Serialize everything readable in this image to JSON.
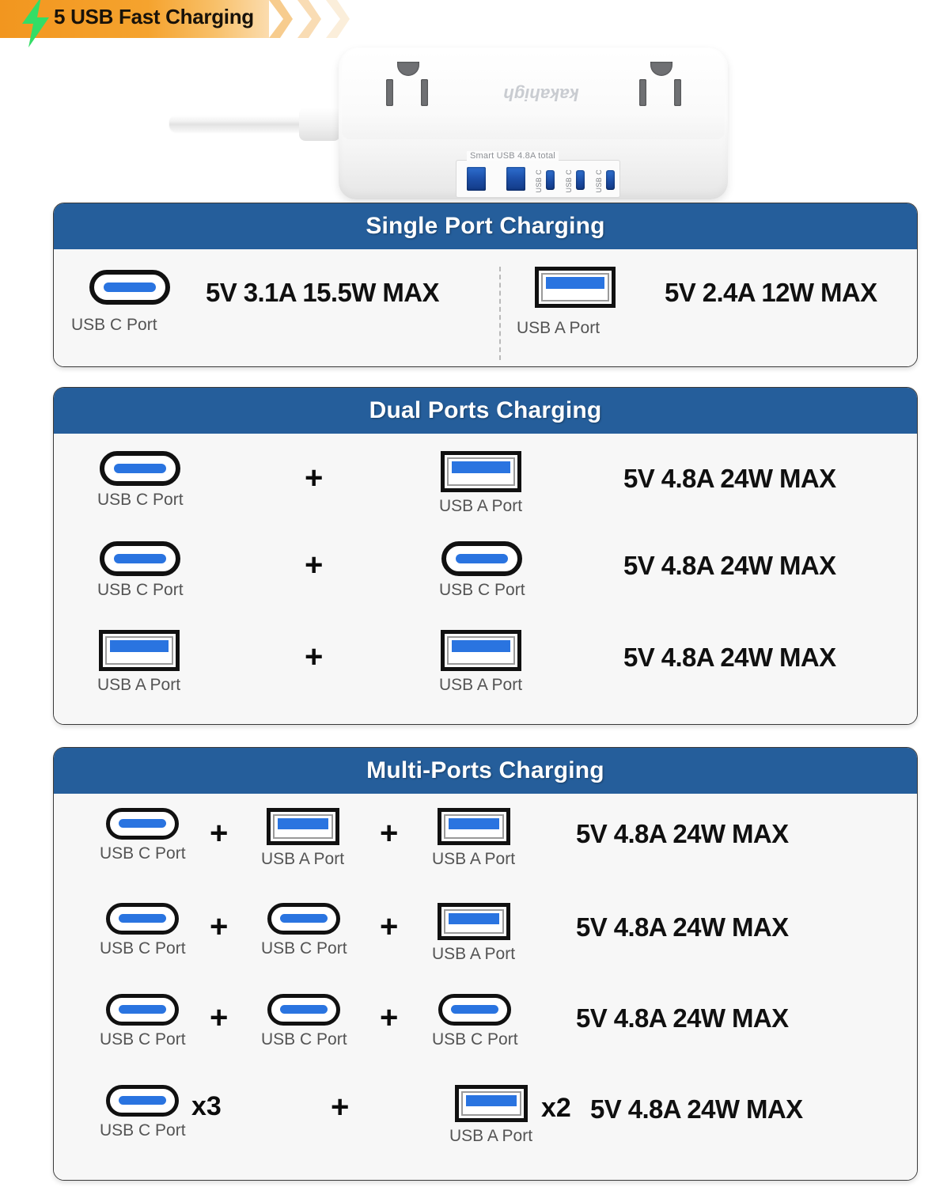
{
  "banner": {
    "text": "5 USB Fast Charging",
    "icon": "lightning-bolt-icon",
    "bg_color_start": "#f2961f",
    "bg_color_end": "#fbdcae",
    "bolt_color": "#33dd66"
  },
  "device": {
    "brand": "kakahigh",
    "usb_panel_label": "Smart USB 4.8A total",
    "usb_c_label": "USB C",
    "usb_a_count": 2,
    "usb_c_count": 3,
    "outlet_count": 2
  },
  "colors": {
    "header_blue": "#255e9b",
    "card_body": "#f7f7f7",
    "port_blue": "#2a74e0",
    "caption_gray": "#545454"
  },
  "labels": {
    "usb_c": "USB C Port",
    "usb_a": "USB A Port",
    "plus": "+"
  },
  "sections": [
    {
      "title": "Single Port Charging",
      "rows": [
        {
          "ports": [
            "usb-c"
          ],
          "spec": "5V 3.1A 15.5W MAX",
          "captions": [
            "USB C Port"
          ]
        },
        {
          "ports": [
            "usb-a"
          ],
          "spec": "5V 2.4A 12W MAX",
          "captions": [
            "USB A Port"
          ]
        }
      ]
    },
    {
      "title": "Dual Ports Charging",
      "rows": [
        {
          "ports": [
            "usb-c",
            "usb-a"
          ],
          "captions": [
            "USB C Port",
            "USB A Port"
          ],
          "spec": "5V 4.8A 24W MAX"
        },
        {
          "ports": [
            "usb-c",
            "usb-c"
          ],
          "captions": [
            "USB C Port",
            "USB C Port"
          ],
          "spec": "5V 4.8A 24W MAX"
        },
        {
          "ports": [
            "usb-a",
            "usb-a"
          ],
          "captions": [
            "USB A Port",
            "USB A Port"
          ],
          "spec": "5V 4.8A 24W MAX"
        }
      ]
    },
    {
      "title": "Multi-Ports Charging",
      "rows": [
        {
          "ports": [
            "usb-c",
            "usb-a",
            "usb-a"
          ],
          "captions": [
            "USB C Port",
            "USB A Port",
            "USB A Port"
          ],
          "spec": "5V 4.8A 24W MAX"
        },
        {
          "ports": [
            "usb-c",
            "usb-c",
            "usb-a"
          ],
          "captions": [
            "USB C Port",
            "USB C Port",
            "USB A Port"
          ],
          "spec": "5V 4.8A 24W MAX"
        },
        {
          "ports": [
            "usb-c",
            "usb-c",
            "usb-c"
          ],
          "captions": [
            "USB C Port",
            "USB C Port",
            "USB C Port"
          ],
          "spec": "5V 4.8A 24W MAX"
        },
        {
          "ports": [
            "usb-c",
            "usb-a"
          ],
          "captions": [
            "USB C Port",
            "USB A Port"
          ],
          "multipliers": [
            "x3",
            "x2"
          ],
          "spec": "5V 4.8A 24W MAX"
        }
      ]
    }
  ],
  "single": {
    "title": "Single Port Charging",
    "left": {
      "caption": "USB C Port",
      "spec": "5V 3.1A 15.5W MAX"
    },
    "right": {
      "caption": "USB A Port",
      "spec": "5V 2.4A 12W MAX"
    }
  },
  "dual": {
    "title": "Dual Ports Charging",
    "rows": [
      {
        "left_caption": "USB C Port",
        "right_caption": "USB A Port",
        "spec": "5V 4.8A 24W MAX"
      },
      {
        "left_caption": "USB C Port",
        "right_caption": "USB C Port",
        "spec": "5V 4.8A 24W MAX"
      },
      {
        "left_caption": "USB A Port",
        "right_caption": "USB A Port",
        "spec": "5V 4.8A 24W MAX"
      }
    ]
  },
  "multi": {
    "title": "Multi-Ports Charging",
    "rows": [
      {
        "c1": "USB C Port",
        "c2": "USB A Port",
        "c3": "USB A Port",
        "spec": "5V 4.8A 24W MAX"
      },
      {
        "c1": "USB C Port",
        "c2": "USB C Port",
        "c3": "USB A Port",
        "spec": "5V 4.8A 24W MAX"
      },
      {
        "c1": "USB C Port",
        "c2": "USB C Port",
        "c3": "USB C Port",
        "spec": "5V 4.8A 24W MAX"
      },
      {
        "c1": "USB C Port",
        "c2": "USB A Port",
        "m1": "x3",
        "m2": "x2",
        "spec": "5V 4.8A 24W MAX"
      }
    ]
  }
}
